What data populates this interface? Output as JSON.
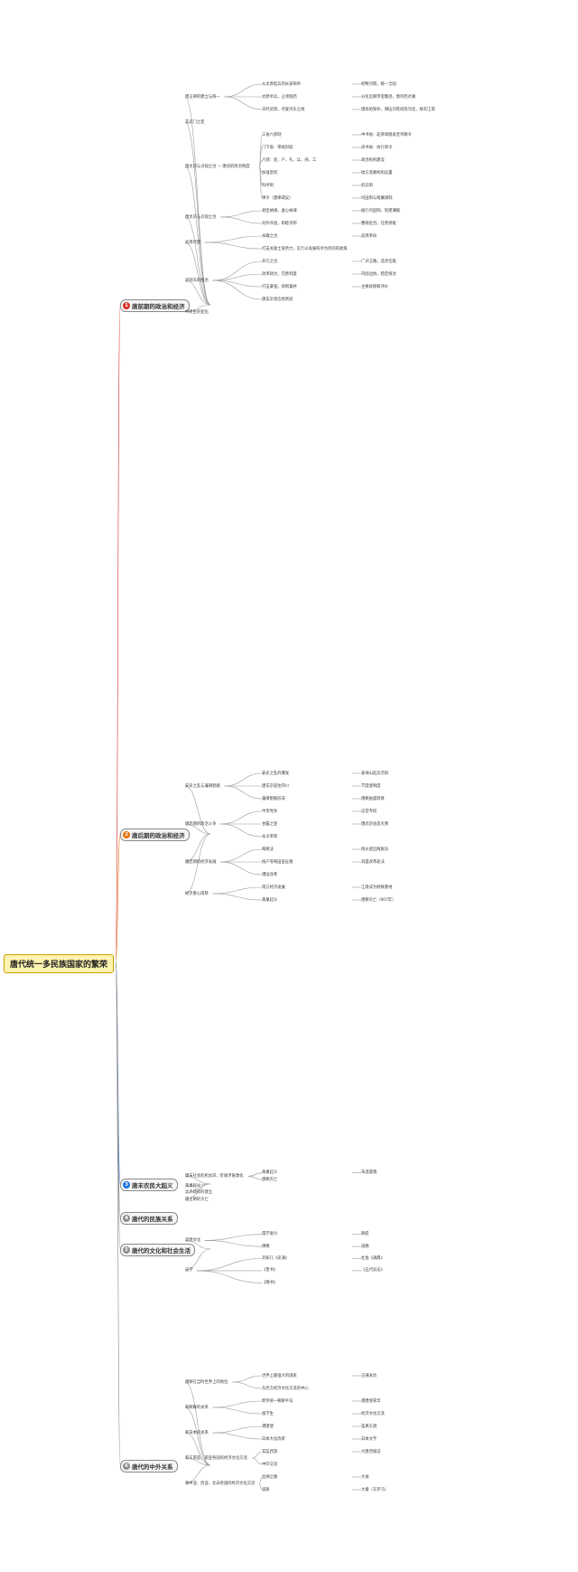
{
  "root": {
    "title": "唐代统一多民族国家的繁荣"
  },
  "colors": {
    "branch1": "#d93025",
    "branch2": "#e8710a",
    "branch3": "#1a73e8",
    "branch4": "#8c8c8c",
    "branch5": "#8c8c8c",
    "branch6": "#8c8c8c"
  },
  "branches": [
    {
      "num": "1",
      "label": "唐前期的政治和经济",
      "groups": [
        {
          "label": "唐王朝的建立与统一",
          "items": [
            "从太原起兵到长安称帝",
            "经略河南，统一全国",
            "太原举兵，占领陇西",
            "分化瓦解李密集团，围河西达嘉",
            "天时武周，尽复河东之地",
            "唐高祖受命，镇压刘黑闼及河北，统有江南"
          ]
        },
        {
          "label": "玄武门之变",
          "items": []
        },
        {
          "label": "唐太宗与贞观之治 — 唐初的政治制度",
          "items": [
            "三省六部制",
            "中书省：起草和颁发皇帝敕令",
            "门下省：审核封驳",
            "尚书省：执行政令",
            "六部：吏、户、礼、兵、刑、工",
            "政治机构建设",
            "加强皇权",
            "地方监察机构设置",
            "科举制",
            "府兵制",
            "律令（唐律疏议）",
            "均田制与租庸调制"
          ]
        },
        {
          "label": "唐太宗与贞观之治",
          "items": [
            "君臣纳谏，虚心纳谏",
            "推行均田制，轻徭薄赋",
            "对外开放，和睦邻邦",
            "整顿吏治，任用贤能"
          ]
        },
        {
          "label": "武周代唐",
          "items": [
            "永徽之治",
            "武周革命",
            "打击关陇士族势力，实行以发展科举为目的的政策"
          ]
        },
        {
          "label": "武则天的统治",
          "items": [
            "开元之治",
            "广开言路，选贤任能",
            "改革政治，完善制度",
            "巩固边防，稳定统治",
            "打击豪强，抑制兼并",
            "主要政绩和评价",
            "唐玄宗宠信杨贵妃"
          ]
        },
        {
          "label": "中原生的变化",
          "items": []
        }
      ]
    },
    {
      "num": "2",
      "label": "唐后期的政治和经济",
      "groups": [
        {
          "label": "安史之乱与藩镇割据",
          "items": [
            "安史之乱的爆发",
            "安禄山起兵范阳",
            "唐玄宗逃往四川",
            "节度使制度",
            "藩镇割据形成",
            "唐朝由盛转衰"
          ]
        },
        {
          "label": "唐后期的政治斗争",
          "items": [
            "牛李党争",
            "宦官专权",
            "甘露之变",
            "唐武宗会昌灭佛",
            "永贞革新"
          ]
        },
        {
          "label": "唐后期的经济发展",
          "items": [
            "两税法",
            "杨炎提出两税法",
            "按户等和田亩征税",
            "刘晏改革盐法",
            "漕运改革"
          ]
        },
        {
          "label": "经济重心南移",
          "items": [
            "南方经济发展",
            "江南成为财赋重地",
            "黄巢起义",
            "唐朝灭亡（907年）"
          ]
        }
      ]
    },
    {
      "num": "3",
      "label": "唐末农民大起义",
      "groups": [
        {
          "label": "唐末社会危机加深，阶级矛盾激化",
          "items": [
            "黄巢起义",
            "朱温篡唐",
            "唐朝灭亡"
          ]
        },
        {
          "label": "黄巢起义",
          "items": []
        },
        {
          "label": "大齐政权的建立",
          "items": []
        },
        {
          "label": "唐王朝的灭亡",
          "items": []
        }
      ]
    },
    {
      "num": "4",
      "label": "唐代的民族关系",
      "groups": []
    },
    {
      "num": "5",
      "label": "唐代的文化和社会生活",
      "groups": [
        {
          "label": "思想文化",
          "items": [
            "儒学复兴",
            "韩愈",
            "佛教",
            "道教"
          ]
        },
        {
          "label": "史学",
          "items": [
            "刘知几《史通》",
            "杜佑《通典》",
            "《晋书》",
            "《五代史志》",
            "《隋书》"
          ]
        }
      ]
    },
    {
      "num": "6",
      "label": "唐代的中外关系",
      "groups": [
        {
          "label": "唐朝在当时世界上的地位",
          "items": [
            "世界上最强大的国家",
            "交通发达",
            "东西方经济文化交流的中心"
          ]
        },
        {
          "label": "和朝鲜的关系",
          "items": [
            "新罗统一朝鲜半岛",
            "遣唐使来华",
            "留学生",
            "经济文化交流"
          ]
        },
        {
          "label": "和日本的关系",
          "items": [
            "遣唐使",
            "鉴真东渡",
            "日本大化改新",
            "日本文字"
          ]
        },
        {
          "label": "和东南亚、南亚各国的经济文化交流",
          "items": [
            "玄奘西游",
            "大唐西域记",
            "中印交流"
          ]
        },
        {
          "label": "和中亚、西亚、北非各国的经济文化交流",
          "items": [
            "丝绸之路",
            "大食",
            "波斯",
            "大秦（东罗马）"
          ]
        }
      ]
    }
  ]
}
